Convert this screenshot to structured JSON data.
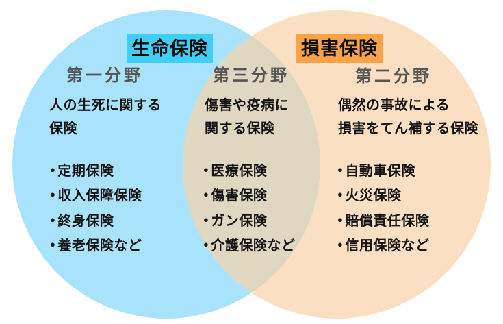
{
  "venn": {
    "left_label": "生命保険",
    "right_label": "損害保険",
    "bullet": "●",
    "colors": {
      "left_circle": "#A9E2FB",
      "right_circle": "#FBDFC2",
      "overlap": "#E0D7C1",
      "left_tag_bg": "#41CEF6",
      "right_tag_bg": "#F9A247",
      "heading_text": "#565656",
      "body_text": "#141414"
    },
    "sections": [
      {
        "heading": "第一分野",
        "desc_lines": [
          "人の生死に関する",
          "保険"
        ],
        "items": [
          "定期保険",
          "収入保障保険",
          "終身保険",
          "養老保険など"
        ]
      },
      {
        "heading": "第三分野",
        "desc_lines": [
          "傷害や疫病に",
          "関する保険"
        ],
        "items": [
          "医療保険",
          "傷害保険",
          "ガン保険",
          "介護保険など"
        ]
      },
      {
        "heading": "第二分野",
        "desc_lines": [
          "偶然の事故による",
          "損害をてん補する保険"
        ],
        "items": [
          "自動車保険",
          "火災保険",
          "賠償責任保険",
          "信用保険など"
        ]
      }
    ]
  }
}
